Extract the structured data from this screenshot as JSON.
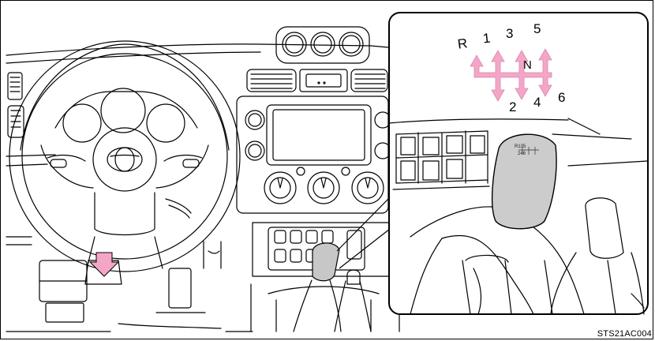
{
  "figure": {
    "code": "STS21AC004"
  },
  "shift_pattern": {
    "gear_r": "R",
    "gear_1": "1",
    "gear_3": "3",
    "gear_5": "5",
    "gear_n": "N",
    "gear_2": "2",
    "gear_4": "4",
    "gear_6": "6",
    "arrow_color": "#f4a6c8"
  },
  "shift_knob": {
    "pattern_top": "R135",
    "pattern_bottom": "246",
    "knob_color": "#cccccc"
  },
  "release_indicator": {
    "arrow_color": "#f4a6c8"
  },
  "steering_wheel": {
    "badge": "toyota-logo"
  }
}
